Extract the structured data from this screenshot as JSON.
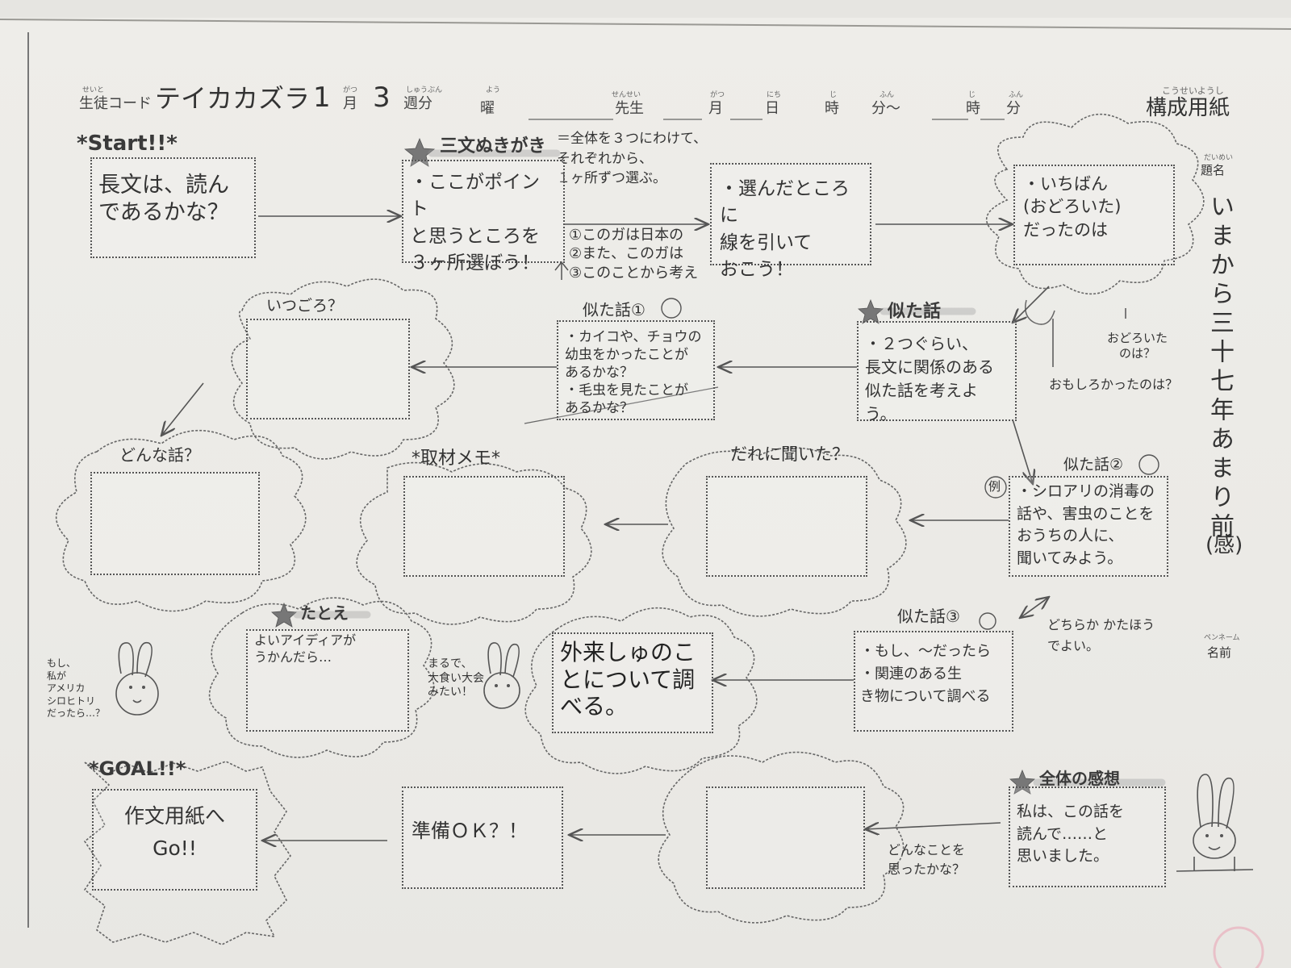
{
  "header": {
    "code_label": "生徒コード",
    "code_ruby": "せいと",
    "student_name": "テイカカズラ",
    "month": "1",
    "month_unit": "月",
    "month_ruby": "がつ",
    "week": "3",
    "week_unit": "週分",
    "week_ruby": "しゅうぶん",
    "weekday": "曜",
    "weekday_ruby": "よう",
    "teacher": "先生",
    "teacher_ruby": "せんせい",
    "date_month": "月",
    "date_month_ruby": "がつ",
    "date_day": "日",
    "date_day_ruby": "にち",
    "time_hour": "時",
    "time_hour_ruby": "じ",
    "time_min": "分～",
    "time_min_ruby": "ふん",
    "time_hour2": "時",
    "time_hour2_ruby": "じ",
    "time_min2": "分",
    "time_min2_ruby": "ふん",
    "sheet_title": "構成用紙",
    "sheet_title_ruby": "こうせいようし"
  },
  "right_column": {
    "title_label": "題名",
    "title_ruby": "だいめい",
    "title": "いまから三十七年あまり前",
    "title_suffix": "(感)",
    "name_label": "名前",
    "name_ruby": "ペンネーム"
  },
  "start": {
    "heading": "*Start!!*",
    "text": "長文は、読ん\nであるかな？"
  },
  "three_excerpts": {
    "heading": "三文ぬきがき",
    "note": "＝全体を３つにわけて、\nそれぞれから、\n１ヶ所ずつ選ぶ。",
    "text": "・ここがポイント\nと思うところを\n３ヶ所選ぼう！",
    "hints": "①このガは日本の\n②また、このガは\n③このことから考え"
  },
  "draw_line": {
    "text": "・選んだところに\n線を引いて\nおこう！"
  },
  "most_surprised": {
    "text": "・いちばん\n(おどろいた)\nだったのは",
    "note1": "おどろいた\nのは？",
    "note2": "おもしろかったのは？"
  },
  "similar_main": {
    "heading": "似た話",
    "text": "・２つぐらい、\n長文に関係のある\n似た話を考えよう。"
  },
  "similar1": {
    "heading": "似た話①",
    "text": "・カイコや、チョウの\n幼虫をかったことが\nあるかな？\n・毛虫を見たことが\nあるかな？"
  },
  "when": {
    "label": "いつごろ？"
  },
  "what_story": {
    "label": "どんな話？"
  },
  "similar2": {
    "heading": "似た話②",
    "example": "例",
    "text": "・シロアリの消毒の\n話や、害虫のことを\nおうちの人に、\n聞いてみよう。"
  },
  "who_asked": {
    "label": "だれに聞いた？"
  },
  "interview": {
    "label": "*取材メモ*"
  },
  "either_ok": "どちらか かたほう\nでよい。",
  "similar3": {
    "heading": "似た話③",
    "text": "・もし、～だったら\n・関連のある生\nき物について調べる"
  },
  "research": {
    "text": "外来しゅのこ\nとについて調\nべる。"
  },
  "analogy": {
    "heading": "たとえ",
    "text": "よいアイディアが\nうかんだら…"
  },
  "rabbit1": {
    "speech": "もし、\n私が\nアメリカ\nシロヒトリ\nだったら…？"
  },
  "rabbit2": {
    "speech": "まるで、\n大食い大会みたい！"
  },
  "overall": {
    "heading": "全体の感想",
    "text": "私は、この話を\n読んで……と\n思いました。",
    "prompt": "どんなことを\n思ったかな？"
  },
  "ready": {
    "text": "準備ＯＫ？！"
  },
  "goal": {
    "heading": "*GOAL!!*",
    "text": "作文用紙へ\nGo!!"
  }
}
